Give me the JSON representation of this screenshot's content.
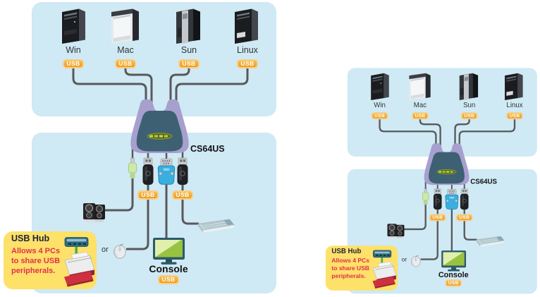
{
  "left": {
    "computers": [
      {
        "name": "Win",
        "port": "USB"
      },
      {
        "name": "Mac",
        "port": "USB"
      },
      {
        "name": "Sun",
        "port": "USB"
      },
      {
        "name": "Linux",
        "port": "USB"
      }
    ],
    "device_label": "CS64US",
    "cable_ports": [
      "USB",
      "USB"
    ],
    "or_text": "or",
    "console": {
      "label": "Console",
      "port": "USB"
    },
    "hub_note": {
      "title": "USB Hub",
      "lines": [
        "Allows 4 PCs",
        "to share USB",
        "peripherals."
      ]
    }
  },
  "right": {
    "computers": [
      {
        "name": "Win",
        "port": "USB"
      },
      {
        "name": "Mac",
        "port": "USB"
      },
      {
        "name": "Sun",
        "port": "USB"
      },
      {
        "name": "Linux",
        "port": "USB"
      }
    ],
    "device_label": "CS64US",
    "cable_ports": [
      "USB",
      "USB"
    ],
    "or_text": "or",
    "console": {
      "label": "Console",
      "port": "USB"
    },
    "hub_note": {
      "title": "USB Hub",
      "lines": [
        "Allows 4 PCs",
        "to share USB",
        "peripherals."
      ]
    }
  },
  "colors": {
    "panel_blue": "#cfe9f5",
    "badge_orange": "#f0a22c",
    "badge_border": "#f9cf80",
    "callout_yellow": "#fde169",
    "callout_text_red": "#e0314b",
    "cable_gray": "#58595b",
    "kvm_purple": "#a79fce",
    "kvm_body_teal": "#3d6073",
    "monitor_green": "#97c340"
  }
}
